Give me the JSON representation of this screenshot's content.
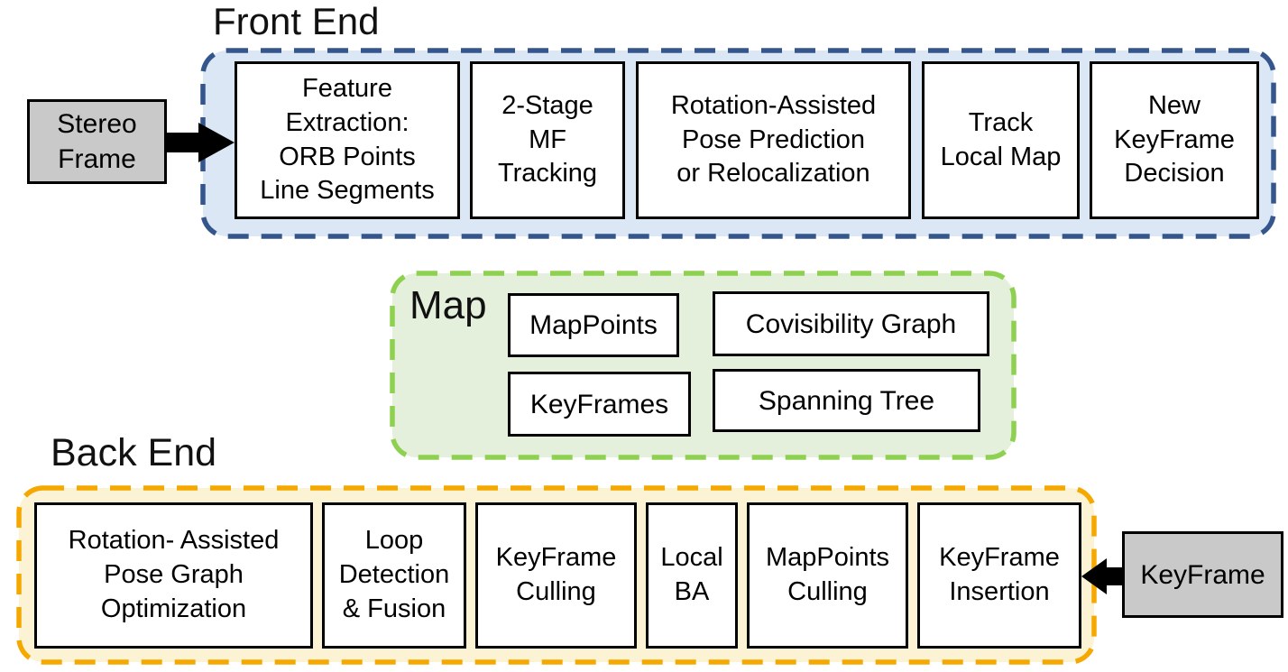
{
  "colors": {
    "front_end_border": "#35568C",
    "front_end_fill": "#DBE7F5",
    "map_border": "#8ED050",
    "map_fill": "#E5F0DC",
    "back_end_border": "#F5A800",
    "back_end_fill": "#FCF3D4",
    "io_fill": "#C9C9C9",
    "arrow": "#000000"
  },
  "front_end": {
    "title": "Front End",
    "boxes": [
      "Feature\nExtraction:\nORB Points\nLine Segments",
      "2-Stage\nMF\nTracking",
      "Rotation-Assisted\nPose Prediction\nor Relocalization",
      "Track\nLocal Map",
      "New\nKeyFrame\nDecision"
    ]
  },
  "map": {
    "title": "Map",
    "boxes": [
      "MapPoints",
      "Covisibility Graph",
      "KeyFrames",
      "Spanning Tree"
    ]
  },
  "back_end": {
    "title": "Back End",
    "boxes": [
      "Rotation- Assisted\nPose Graph\nOptimization",
      "Loop\nDetection\n& Fusion",
      "KeyFrame\nCulling",
      "Local\nBA",
      "MapPoints\nCulling",
      "KeyFrame\nInsertion"
    ]
  },
  "io": {
    "stereo_frame": "Stereo\nFrame",
    "keyframe": "KeyFrame"
  }
}
